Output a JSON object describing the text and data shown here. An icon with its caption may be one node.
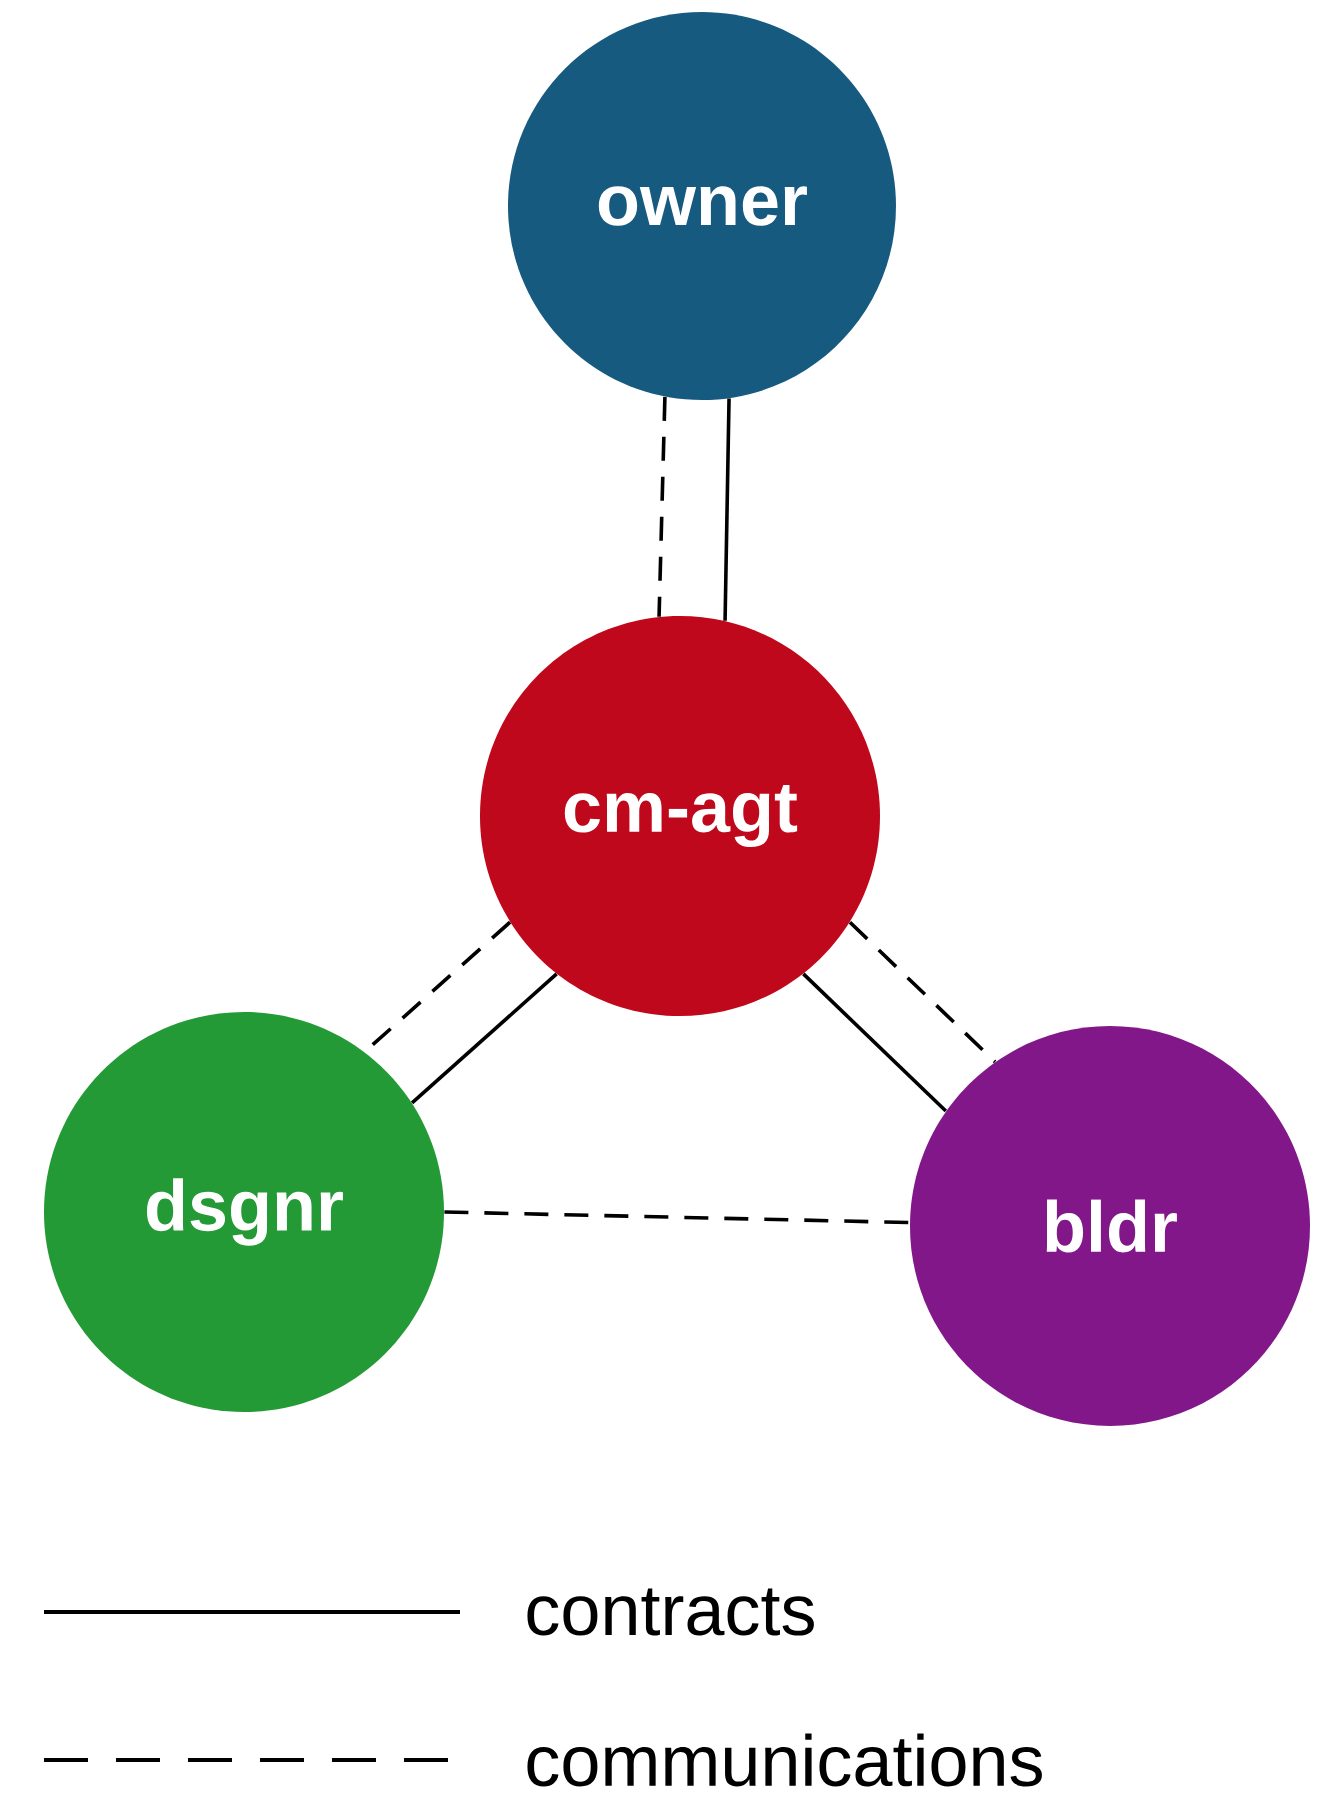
{
  "diagram": {
    "nodes": [
      {
        "text": [
          "owner"
        ]
      },
      {
        "text": [
          "cm-agt"
        ]
      },
      {
        "text": [
          "dsgnr"
        ]
      },
      {
        "text": [
          "bldr"
        ]
      }
    ],
    "edges": [
      {
        "from": 0,
        "to": 1,
        "arrow": "none"
      },
      {
        "from": 0,
        "to": 1,
        "arrow": "none",
        "style": "dashed"
      },
      {
        "from": 1,
        "to": 2,
        "arrow": "none"
      },
      {
        "from": 1,
        "to": 2,
        "arrow": "none",
        "style": "dashed"
      },
      {
        "from": 1,
        "to": 3,
        "arrow": "none"
      },
      {
        "from": 1,
        "to": 3,
        "arrow": "none",
        "style": "dashed"
      },
      {
        "from": 2,
        "to": 3,
        "arrow": "none",
        "style": "dashed"
      }
    ],
    "legend": [
      {
        "text": "contracts"
      },
      {
        "text": "communications"
      }
    ]
  }
}
